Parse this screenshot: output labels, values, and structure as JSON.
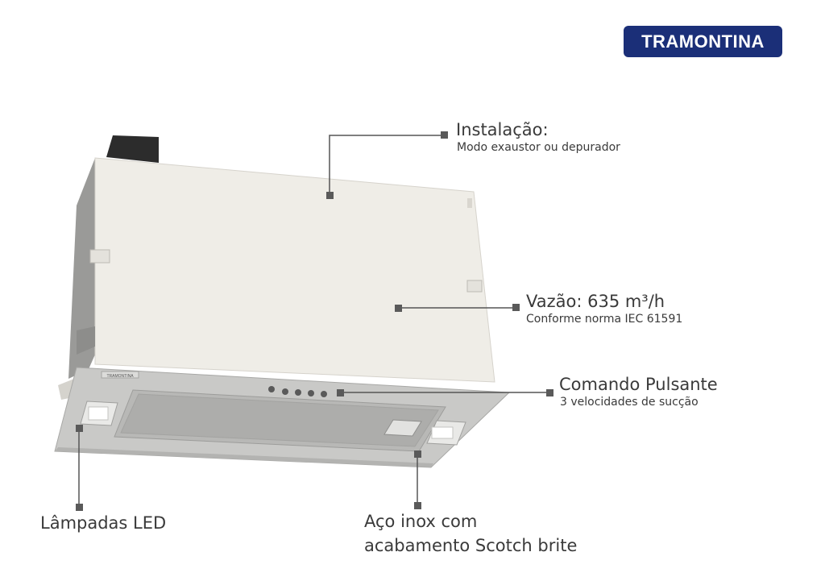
{
  "brand": {
    "logo_text": "TRAMONTINA",
    "color": "#1b2f78"
  },
  "product_panel_label": "TRAMONTINA",
  "callouts": {
    "installation": {
      "title": "Instalação:",
      "subtitle": "Modo exaustor ou depurador"
    },
    "airflow": {
      "title": "Vazão: 635 m³/h",
      "subtitle": "Conforme norma IEC 61591"
    },
    "control": {
      "title": "Comando Pulsante",
      "subtitle": "3 velocidades de sucção"
    },
    "lamps": {
      "title": "Lâmpadas LED"
    },
    "material": {
      "line1": "Aço inox com",
      "line2": "acabamento Scotch brite"
    }
  },
  "colors": {
    "leader": "#555555",
    "marker": "#5a5a5a",
    "body": "#efede7",
    "steel": "#c9c9c7"
  }
}
